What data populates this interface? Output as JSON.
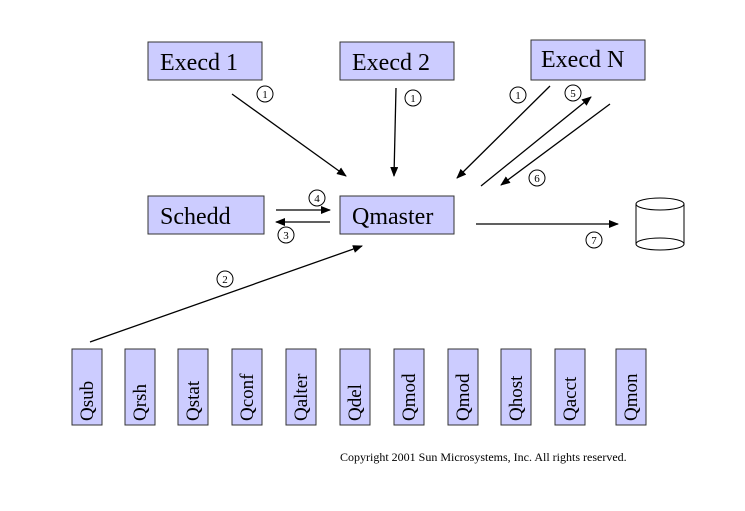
{
  "nodes": {
    "execd1": "Execd 1",
    "execd2": "Execd 2",
    "execdN": "Execd N",
    "schedd": "Schedd",
    "qmaster": "Qmaster"
  },
  "commands": [
    "Qsub",
    "Qrsh",
    "Qstat",
    "Qconf",
    "Qalter",
    "Qdel",
    "Qmod",
    "Qmod",
    "Qhost",
    "Qacct",
    "Qmon"
  ],
  "step_numbers": [
    "1",
    "1",
    "1",
    "5",
    "6",
    "4",
    "3",
    "7",
    "2"
  ],
  "copyright": "Copyright 2001 Sun Microsystems, Inc. All rights reserved.",
  "colors": {
    "box_fill": "#ccccff",
    "box_border": "#333333",
    "line": "#000000"
  }
}
